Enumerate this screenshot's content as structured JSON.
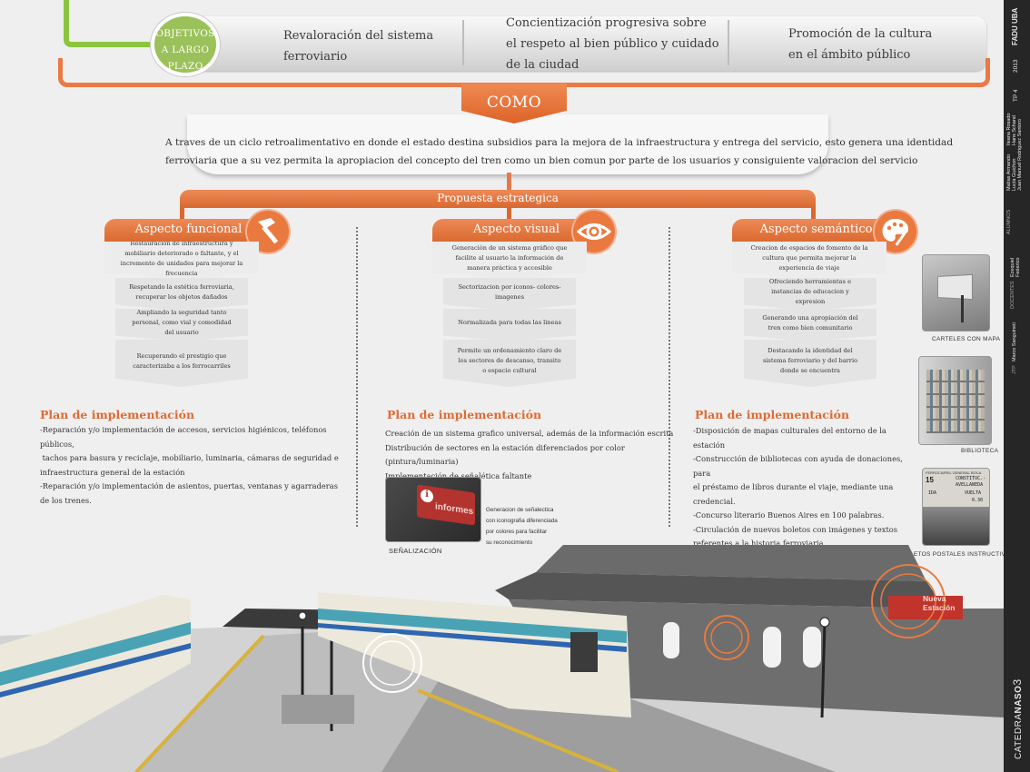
{
  "objectives": {
    "circle_label": [
      "OBJETIVOS",
      "A LARGO",
      "PLAZO"
    ],
    "items": [
      [
        "Revaloración del sistema",
        "ferroviario"
      ],
      [
        "Concientización progresiva sobre",
        "el respeto al bien público y cuidado",
        "de la ciudad"
      ],
      [
        "Promoción de la cultura",
        "en el ámbito público"
      ]
    ]
  },
  "como": {
    "title": "COMO",
    "lines": [
      "A traves de un ciclo retroalimentativo  en donde el estado destina  subsidios para  la mejora de la infraestructura y entrega del servicio, esto genera una identidad",
      "ferroviaria que a  su vez permita la apropiacion del concepto del tren como un bien comun por parte de los usuarios y consiguiente valoracion del servicio"
    ]
  },
  "propuesta": "Propuesta estrategica",
  "aspects": [
    {
      "title": "Aspecto funcional",
      "icon": "hammer-icon",
      "steps": [
        "Restauración de infraestructura y mobiliario deteriorado o faltante, y el incremento de unidades para mejorar la frecuencia",
        "Respetando la estética ferroviaria, recuperar los objetos dañados",
        "Ampliando la seguridad tanto personal, como vial y comodidad del usuario",
        "Recuperando el prestigio que caracterizaba a los ferrocarriles"
      ]
    },
    {
      "title": "Aspecto visual",
      "icon": "eye-icon",
      "steps": [
        "Generación de un sistema gráfico que facilite al usuario la información de manera práctica y accesible",
        "Sectorizacion por iconos- colores- imagenes",
        "Normalizada para todas las lineas",
        "Permite un ordenamiento claro de los sectores  de descanso, transito o espacio cultural"
      ]
    },
    {
      "title": "Aspecto semántico",
      "icon": "palette-icon",
      "steps": [
        "Creacion de espacios de fomento de la cultura que permita mejorar la experiencia de viaje",
        "Ofreciendo herramientas e instancias de educacion y expresion",
        "Generando una apropiación del tren como bien comunitario",
        "Destacando la identidad del sistema ferroviario y del barrio donde se encuentra"
      ]
    }
  ],
  "plans": [
    {
      "title": "Plan de implementación",
      "lines": [
        "-Reparación y/o implementación de accesos, servicios higiénicos, teléfonos públicos,",
        " tachos para basura y reciclaje, mobiliario, luminaria, cámaras de seguridad e",
        "infraestructura general de la estación",
        "-Reparación y/o implementación de asientos, puertas, ventanas y agarraderas",
        "de los trenes."
      ]
    },
    {
      "title": "Plan de implementación",
      "lines": [
        "Creación de un sistema grafico universal, además de la información escrita",
        "Distribución de sectores en la estación diferenciados por color (pintura/luminaria)",
        "Implementación de señalética faltante"
      ]
    },
    {
      "title": "Plan de implementación",
      "lines": [
        "-Disposición de mapas culturales del entorno de la estación",
        "-Construcción de bibliotecas con ayuda de donaciones, para",
        "el préstamo de libros durante el viaje, mediante una credencial.",
        "-Concurso literario Buenos Aires en 100 palabras.",
        "-Circulación de nuevos boletos con imágenes y textos",
        "referentes a la historia ferroviaria."
      ]
    }
  ],
  "signage": {
    "sign_text": "informes",
    "caption": "SEÑALIZACIÓN",
    "note": [
      "Generacion de señalectica",
      "con iconografia diferenciada",
      "por colores para facilitar",
      "su reconocimiento"
    ]
  },
  "right_images": [
    {
      "caption": "CARTELES CON MAPA"
    },
    {
      "caption": "BIBLIOTECA"
    },
    {
      "caption": "BOLETOS POSTALES INSTRUCTIVOS",
      "ticket": [
        "FERROCARRIL GENERAL ROCA",
        "15",
        "CONSTITUC.-",
        "AVELLANEDA",
        "IDA",
        "VUELTA",
        "0.30"
      ]
    }
  ],
  "station_sign": [
    "Nueva",
    "Estación"
  ],
  "side_bar": {
    "faculty": "FADU UBA",
    "year": "2013",
    "tp": "TP 4",
    "alumnos_label": "ALUMNOS",
    "alumnos": [
      "Matías Armando",
      "Lucía Guichon",
      "Juan Manuel Rodriguez Santoro",
      "Ileana Rosado",
      "Hans Schand"
    ],
    "docentes_label": "DOCENTES",
    "docentes": [
      "Ezequiel",
      "Federico"
    ],
    "jtp_label": "JTP",
    "jtp": "Marco Sanguineti",
    "catedra_pre": "CATEDRA",
    "catedra_name": "NASO",
    "catedra_num": "3"
  }
}
